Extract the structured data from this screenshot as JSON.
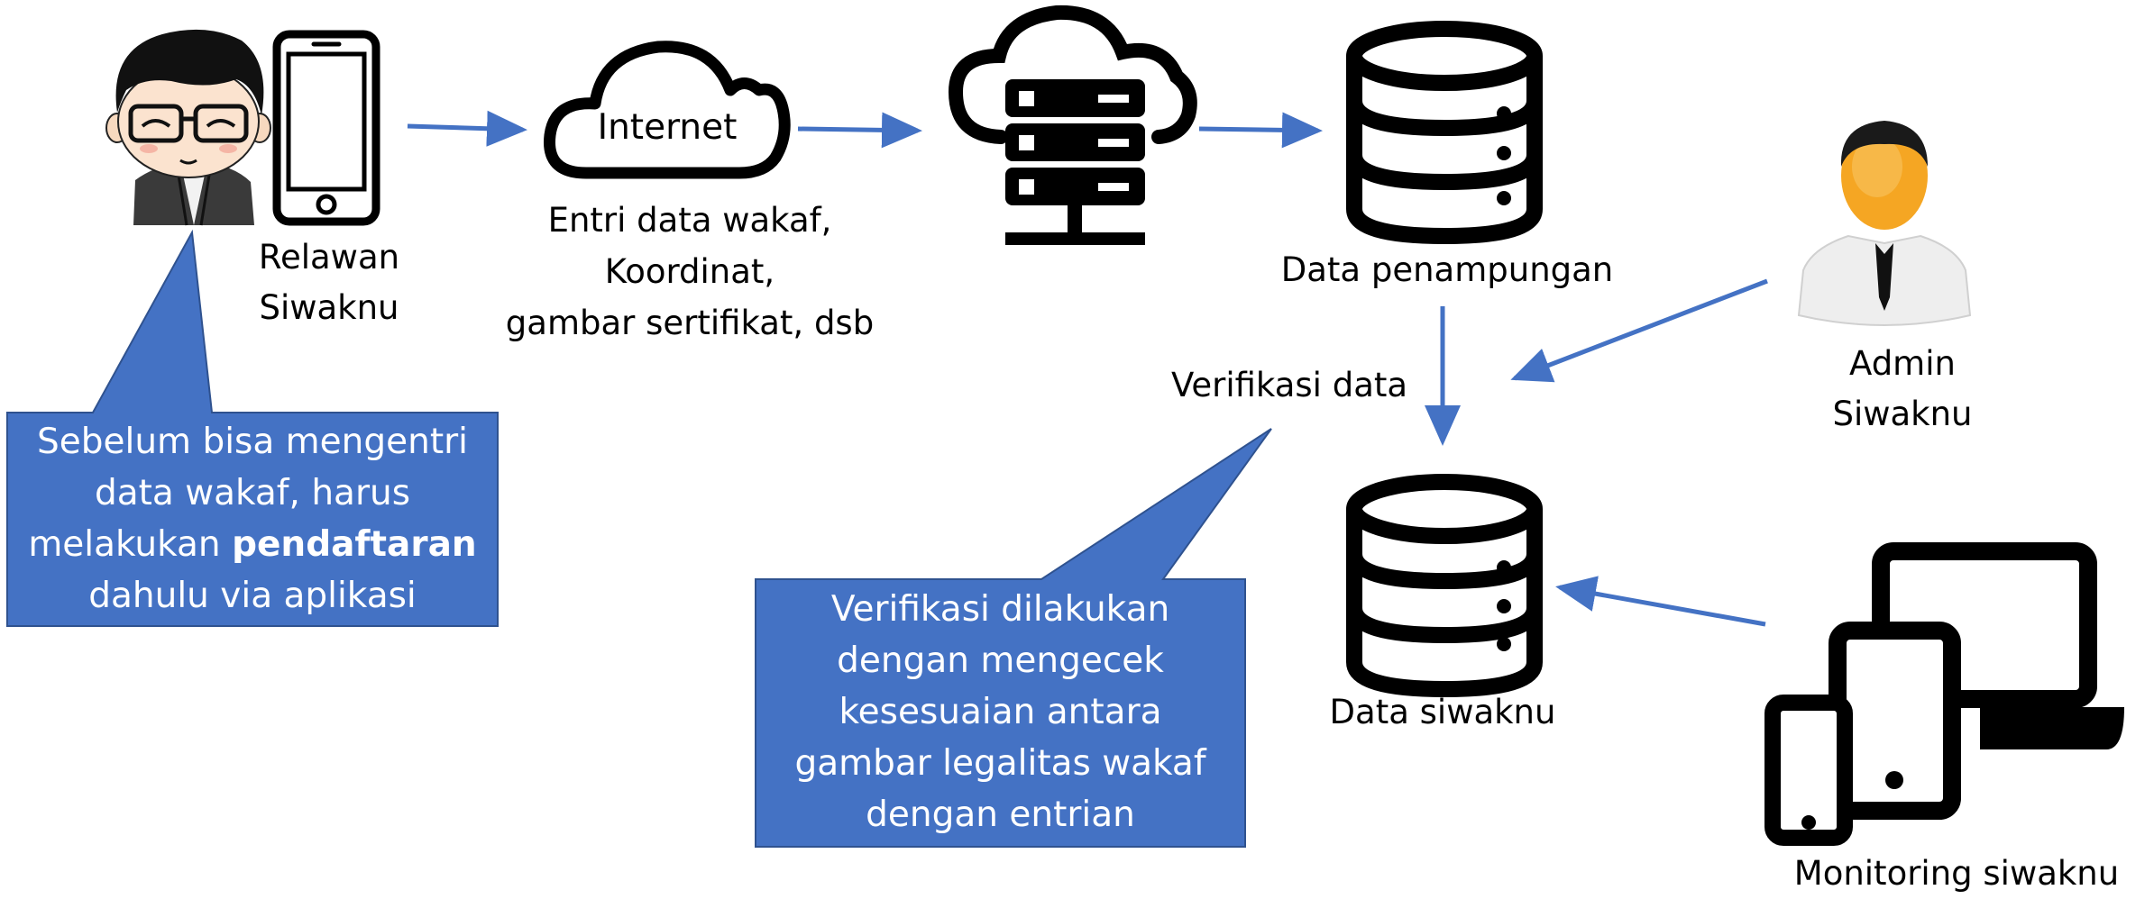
{
  "diagram": {
    "colors": {
      "arrow": "#4472C4",
      "callout_fill": "#4472C4",
      "callout_border": "#2F528F",
      "icon": "#000000"
    },
    "volunteer": {
      "label_line1": "Relawan",
      "label_line2": "Siwaknu"
    },
    "internet": {
      "cloud_label": "Internet",
      "desc_line1": "Entri data wakaf,",
      "desc_line2": "Koordinat,",
      "desc_line3": "gambar sertifikat, dsb"
    },
    "staging_db": {
      "label": "Data penampungan"
    },
    "verification": {
      "label": "Verifikasi data"
    },
    "admin": {
      "label_line1": "Admin",
      "label_line2": "Siwaknu"
    },
    "main_db": {
      "label": "Data siwaknu"
    },
    "monitoring": {
      "label": "Monitoring siwaknu"
    },
    "callout_registration": {
      "line1": "Sebelum bisa mengentri",
      "line2": "data wakaf, harus",
      "line3_pre": "melakukan ",
      "line3_bold": "pendaftaran",
      "line4": "dahulu via aplikasi"
    },
    "callout_verification": {
      "line1": "Verifikasi dilakukan",
      "line2": "dengan mengecek",
      "line3": "kesesuaian antara",
      "line4": "gambar legalitas wakaf",
      "line5": "dengan entrian"
    },
    "icons": [
      "volunteer-avatar-icon",
      "smartphone-icon",
      "cloud-icon",
      "cloud-server-icon",
      "database-icon",
      "admin-user-icon",
      "multi-device-icon"
    ]
  }
}
